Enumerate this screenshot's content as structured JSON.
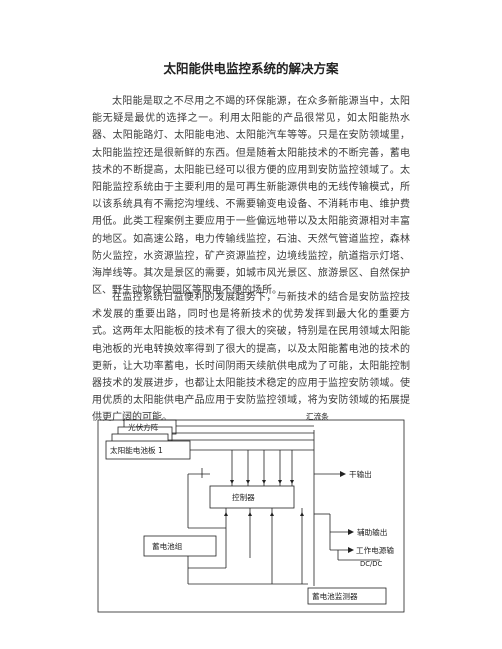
{
  "document": {
    "title": "太阳能供电监控系统的解决方案",
    "paragraphs": [
      "太阳能是取之不尽用之不竭的环保能源，在众多新能源当中，太阳能无疑是最优的选择之一。利用太阳能的产品很常见，如太阳能热水器、太阳能路灯、太阳能电池、太阳能汽车等等。只是在安防领域里，太阳能监控还是很新鲜的东西。但是随着太阳能技术的不断完善，蓄电技术的不断提高，太阳能已经可以很方便的应用到安防监控领域了。太阳能监控系统由于主要利用的是可再生新能源供电的无线传输模式，所以该系统具有不需挖沟埋线、不需要输变电设备、不消耗市电、维护费用低。此类工程案例主要应用于一些偏远地带以及太阳能资源相对丰富的地区。如高速公路，电力传输线监控，石油、天然气管道监控，森林防火监控，水资源监控，矿产资源监控，边境线监控，航道指示灯塔、海岸线等。其次是景区的需要，如城市风光景区、旅游景区、自然保护区、野生动物保护园区等取电不便的场所。",
      "在监控系统日益便利的发展趋势下，与新技术的结合是安防监控技术发展的重要出路，同时也是将新技术的优势发挥到最大化的重要方式。这两年太阳能板的技术有了很大的突破，特别是在民用领域太阳能电池板的光电转换效率得到了很大的提高，以及太阳能蓄电池的技术的更新，让大功率蓄电，长时间阴雨天续航供电成为了可能，太阳能控制器技术的发展进步，也都让太阳能技术稳定的应用于监控安防领域。使用优质的太阳能供电产品应用于安防监控领域，将为安防领域的拓展提供更广阔的可能。"
    ]
  },
  "figure": {
    "labels": {
      "pv_array": "光伏方阵",
      "solar_panel": "太阳能电池板 1",
      "bus": "汇流条",
      "main_output": "干输出",
      "controller": "控制器",
      "aux_output": "辅助输出",
      "work_power": "工作电源输",
      "dc_label": "DC/DC",
      "battery_pack": "蓄电池组",
      "battery_monitor": "蓄电池监测器"
    }
  }
}
